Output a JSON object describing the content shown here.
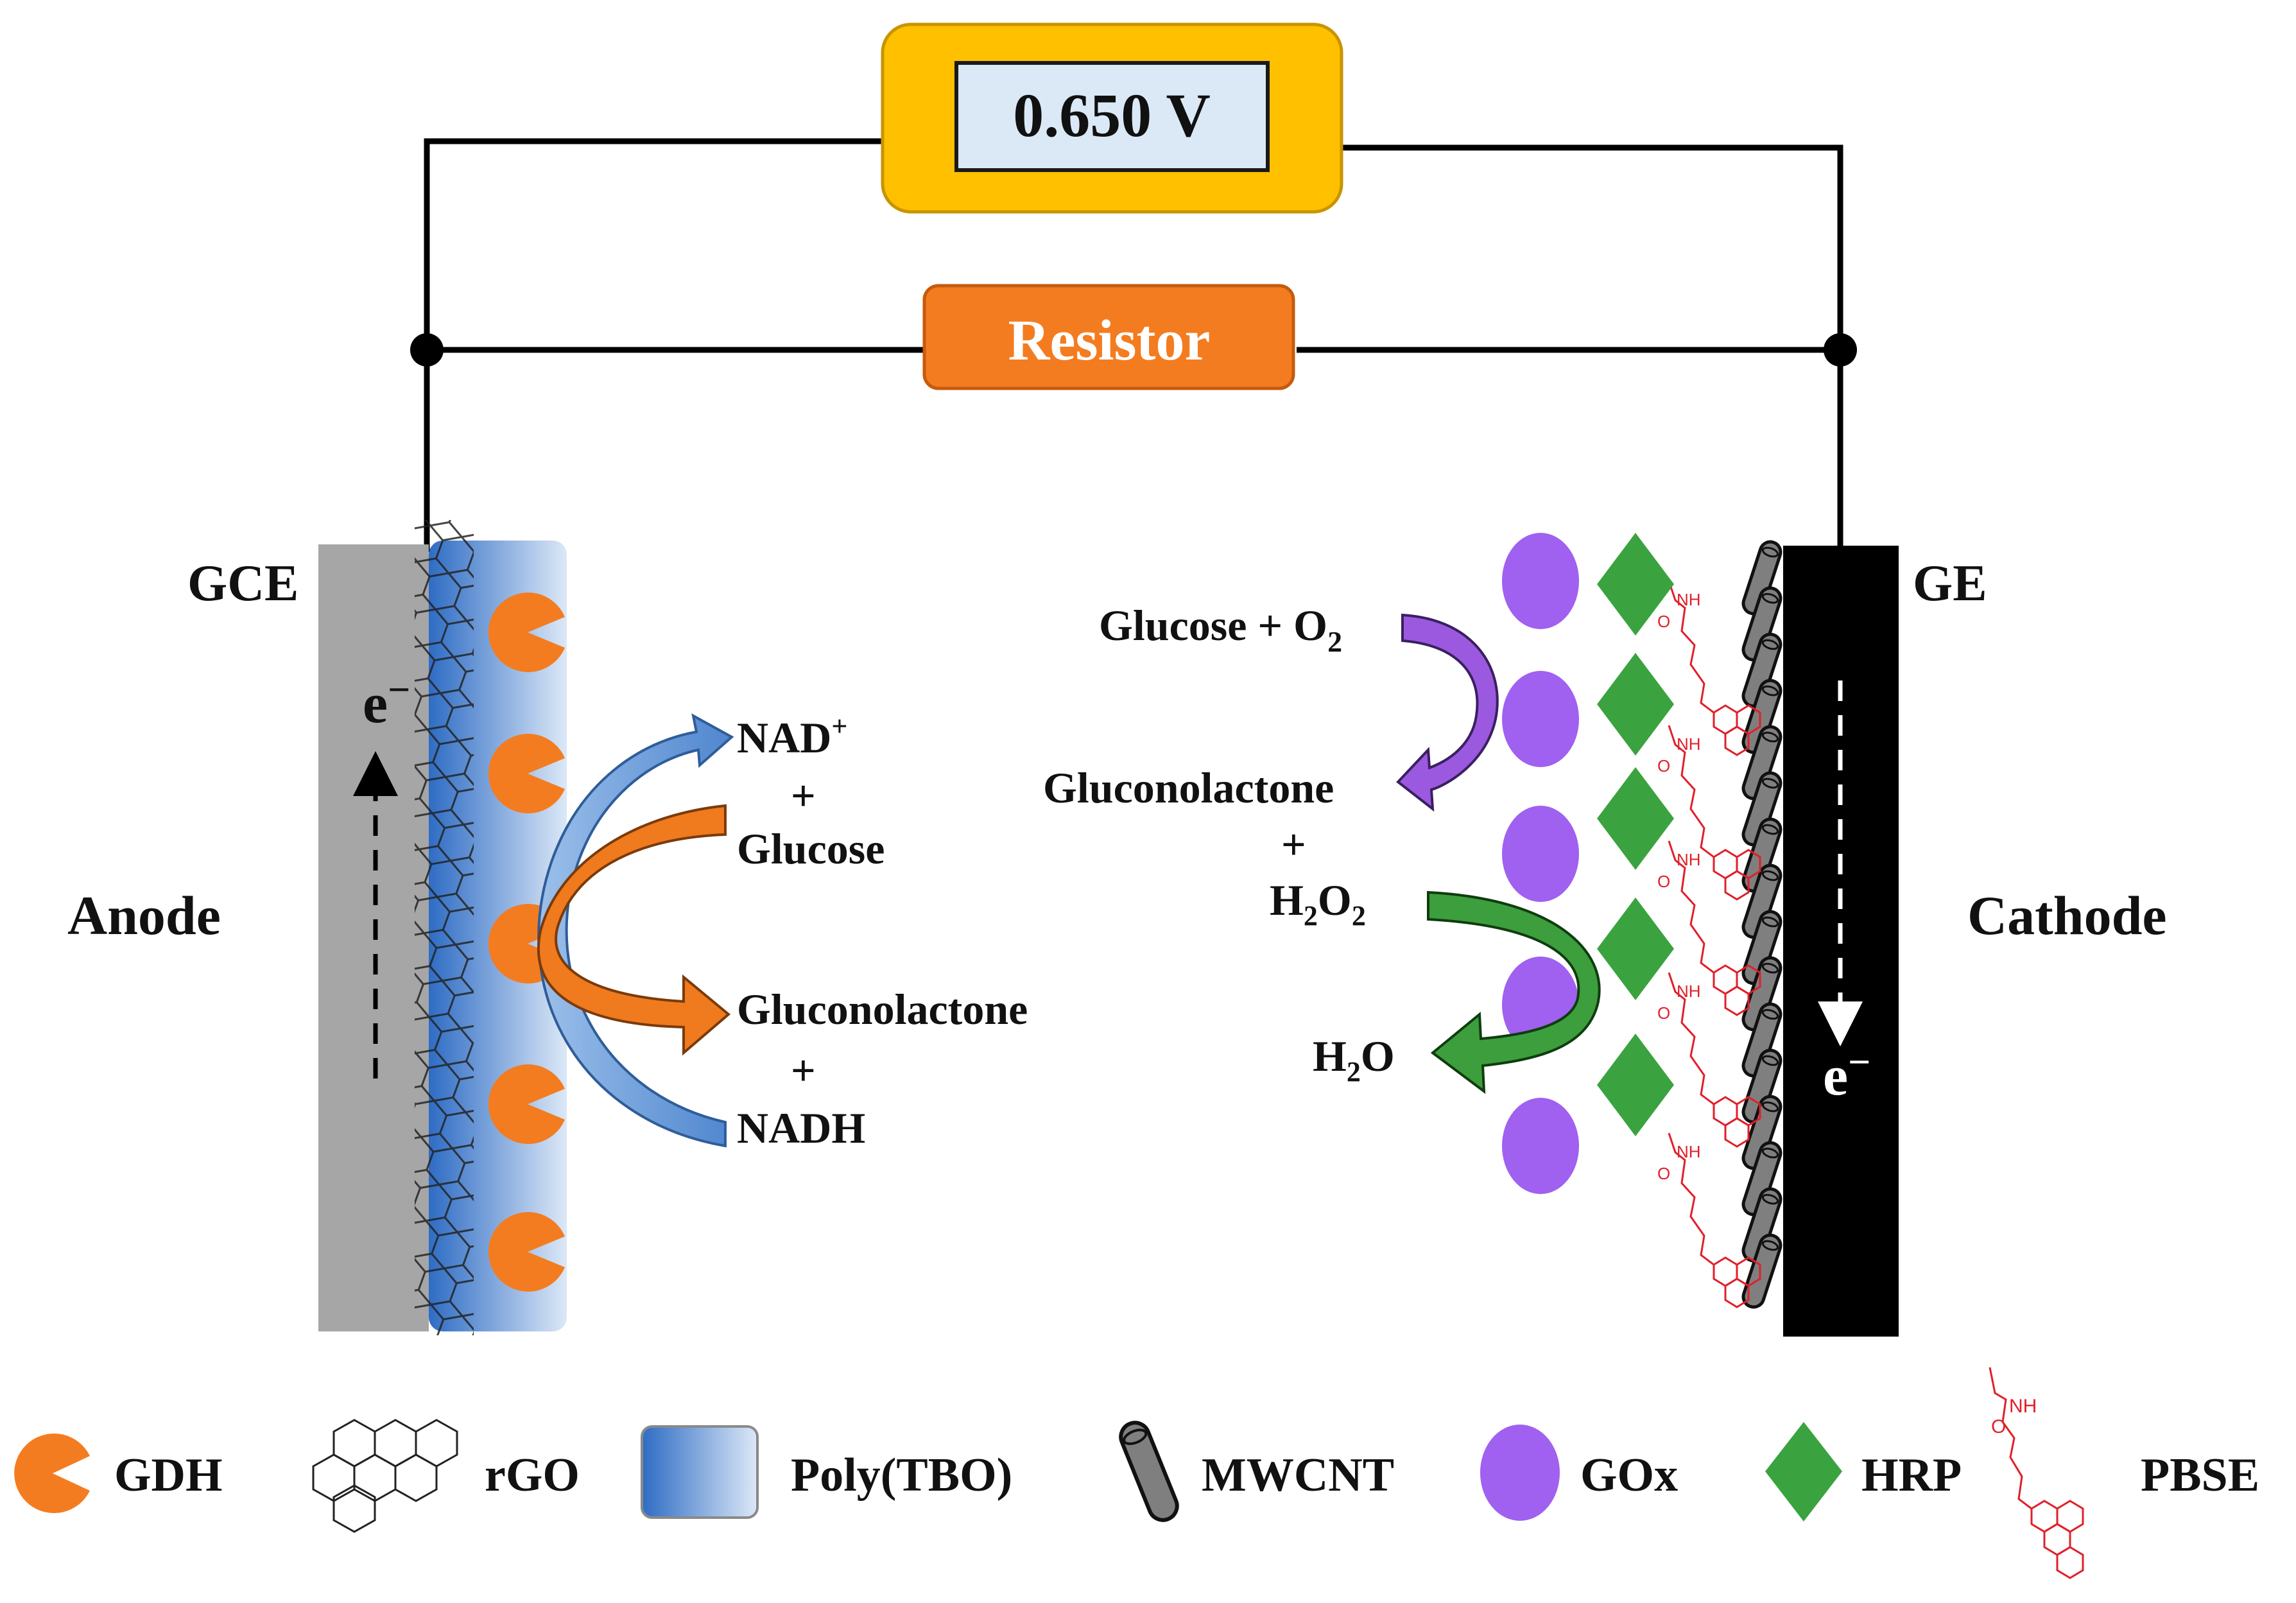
{
  "meter": {
    "reading": "0.650 V"
  },
  "resistor": {
    "label": "Resistor"
  },
  "anode": {
    "electrode": "GCE",
    "title": "Anode",
    "electron": "e",
    "electron_sup": "−",
    "reaction": {
      "nad": "NAD",
      "nad_sup": "+",
      "plus1": "+",
      "glucose": "Glucose",
      "gluconolactone": "Gluconolactone",
      "plus2": "+",
      "nadh": "NADH"
    }
  },
  "cathode": {
    "electrode": "GE",
    "title": "Cathode",
    "electron": "e",
    "electron_sup": "−",
    "reaction": {
      "glucose_o2": "Glucose + O",
      "o2_sub": "2",
      "gluconolactone": "Gluconolactone",
      "plus": "+",
      "h2o2_h": "H",
      "h2o2_sub1": "2",
      "h2o2_o": "O",
      "h2o2_sub2": "2",
      "h2o_h": "H",
      "h2o_sub": "2",
      "h2o_o": "O"
    },
    "linker_labels": {
      "nh": "NH",
      "o": "O"
    }
  },
  "legend": [
    {
      "label": "GDH",
      "icon": "gdh-pacman-icon",
      "color": "#f47c20"
    },
    {
      "label": "rGO",
      "icon": "rgo-hexagon-icon",
      "color": "#222222"
    },
    {
      "label": "Poly(TBO)",
      "icon": "poly-tbo-gradient-icon",
      "color": "#2f6fc4"
    },
    {
      "label": "MWCNT",
      "icon": "mwcnt-tube-icon",
      "color": "#7f7f7f"
    },
    {
      "label": "GOx",
      "icon": "gox-ellipse-icon",
      "color": "#a060f0"
    },
    {
      "label": "HRP",
      "icon": "hrp-diamond-icon",
      "color": "#3aa33f"
    },
    {
      "label": "PBSE",
      "icon": "pbse-linker-icon",
      "color": "#e0202a"
    }
  ],
  "colors": {
    "meter_fill": "#ffc000",
    "meter_border": "#c89400",
    "display_fill": "#dbe9f7",
    "resistor_fill": "#f47c20",
    "anode_electrode": "#a6a6a6",
    "cathode_electrode": "#000000",
    "arrow_blue": "#5b8fd4",
    "arrow_orange": "#f07a1e",
    "arrow_purple": "#9b59e0",
    "arrow_green": "#3c9e3c"
  }
}
